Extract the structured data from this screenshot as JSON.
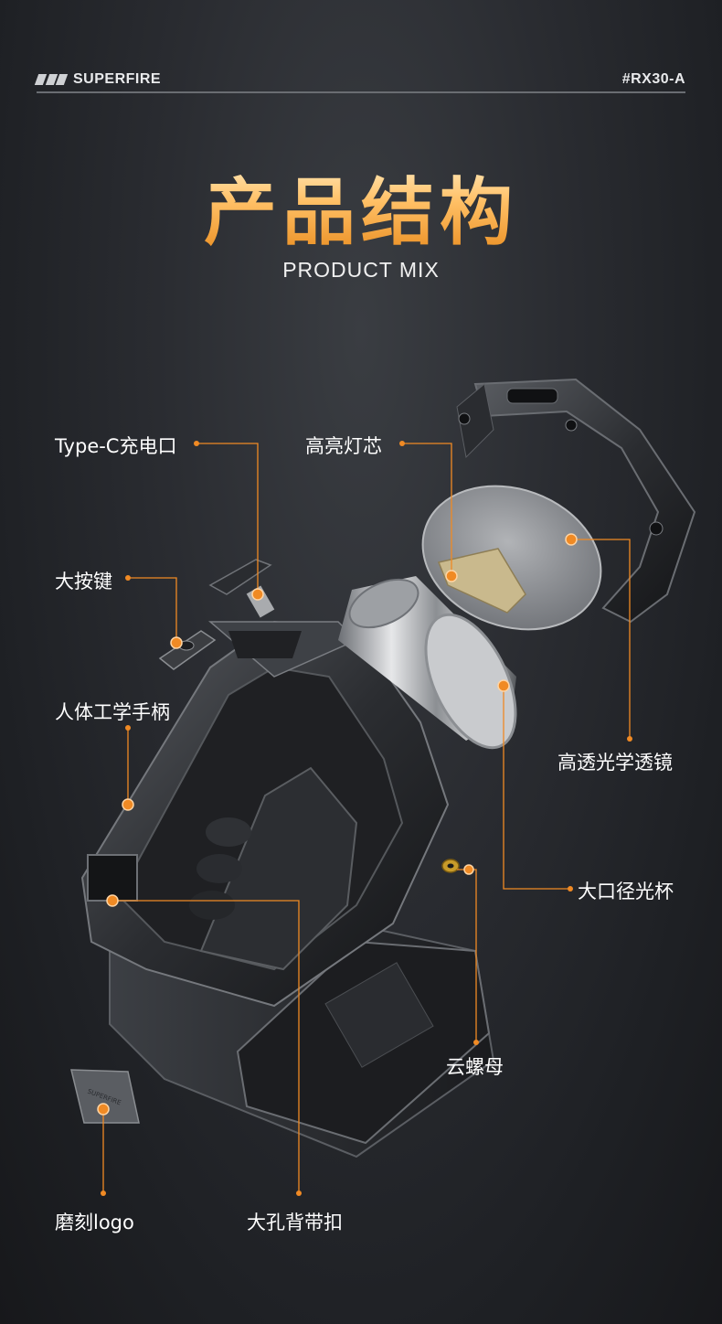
{
  "header": {
    "brand": "SUPERFIRE",
    "model": "#RX30-A"
  },
  "title": "产品结构",
  "subtitle": "PRODUCT MIX",
  "callouts": {
    "type_c_port": "Type-C充电口",
    "led_core": "高亮灯芯",
    "big_button": "大按键",
    "ergonomic_handle": "人体工学手柄",
    "optical_lens": "高透光学透镜",
    "large_reflector": "大口径光杯",
    "nut": "云螺母",
    "engraved_logo": "磨刻logo",
    "back_clip": "大孔背带扣"
  },
  "colors": {
    "accent": "#f08a24",
    "title_gradient_top": "#fff1cc",
    "title_gradient_bottom": "#e88a1c"
  }
}
